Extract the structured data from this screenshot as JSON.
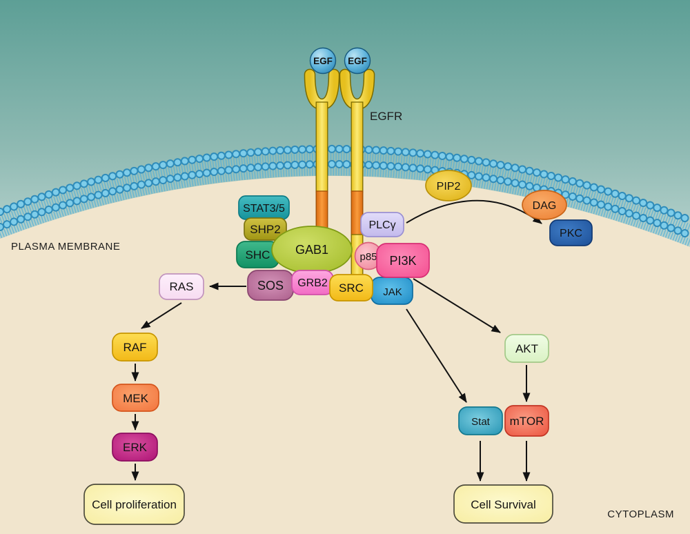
{
  "labels": {
    "plasma_membrane": "PLASMA MEMBRANE",
    "cytoplasm": "CYTOPLASM",
    "egfr": "EGFR",
    "egf_left": "EGF",
    "egf_right": "EGF"
  },
  "nodes": {
    "stat35": "STAT3/5",
    "shp2": "SHP2",
    "shc": "SHC",
    "gab1": "GAB1",
    "sos": "SOS",
    "grb2": "GRB2",
    "src": "SRC",
    "p85": "p85",
    "pi3k": "PI3K",
    "jak": "JAK",
    "plcg": "PLCγ",
    "pip2": "PIP2",
    "dag": "DAG",
    "pkc": "PKC",
    "ras": "RAS",
    "raf": "RAF",
    "mek": "MEK",
    "erk": "ERK",
    "akt": "AKT",
    "stat": "Stat",
    "mtor": "mTOR",
    "cell_proliferation": "Cell proliferation",
    "cell_survival": "Cell Survival"
  },
  "edges": [
    {
      "from": "SOS",
      "to": "RAS"
    },
    {
      "from": "RAS",
      "to": "RAF"
    },
    {
      "from": "RAF",
      "to": "MEK"
    },
    {
      "from": "MEK",
      "to": "ERK"
    },
    {
      "from": "ERK",
      "to": "Cell proliferation"
    },
    {
      "from": "PI3K",
      "to": "AKT"
    },
    {
      "from": "AKT",
      "to": "mTOR"
    },
    {
      "from": "JAK",
      "to": "Stat"
    },
    {
      "from": "Stat",
      "to": "Cell Survival"
    },
    {
      "from": "mTOR",
      "to": "Cell Survival"
    },
    {
      "from": "PLCγ",
      "to": "PKC",
      "style": "curved",
      "via": [
        "PIP2",
        "DAG"
      ]
    }
  ],
  "colors": {
    "extracellular_top": "#5d9f96",
    "cytoplasm_bg": "#f1e5cd",
    "membrane_head": "#56b1d8",
    "membrane_tail": "#58b0d6",
    "receptor_yellow": "#f5ce2e",
    "receptor_kinase_orange": "#f08a2c",
    "egf": "#4ba3d3",
    "stat35": "#21a0a8",
    "shp2": "#b5a81e",
    "shc": "#1fa071",
    "gab1": "#b3c83c",
    "sos": "#bb6f99",
    "grb2": "#f783cf",
    "src": "#f6c728",
    "p85": "#f498ab",
    "pi3k": "#f65f9b",
    "jak": "#2b9ed6",
    "plcg": "#cfc7f1",
    "pip2": "#e9bc25",
    "dag": "#f29049",
    "pkc": "#2a5ea9",
    "ras": "#fae4f6",
    "raf": "#f7c92f",
    "mek": "#f58347",
    "erk": "#bb2180",
    "akt": "#e4f6d3",
    "stat": "#3aa4c0",
    "mtor": "#f1674f",
    "outcome_yellow": "#faf2b4",
    "arrow": "#121212"
  }
}
